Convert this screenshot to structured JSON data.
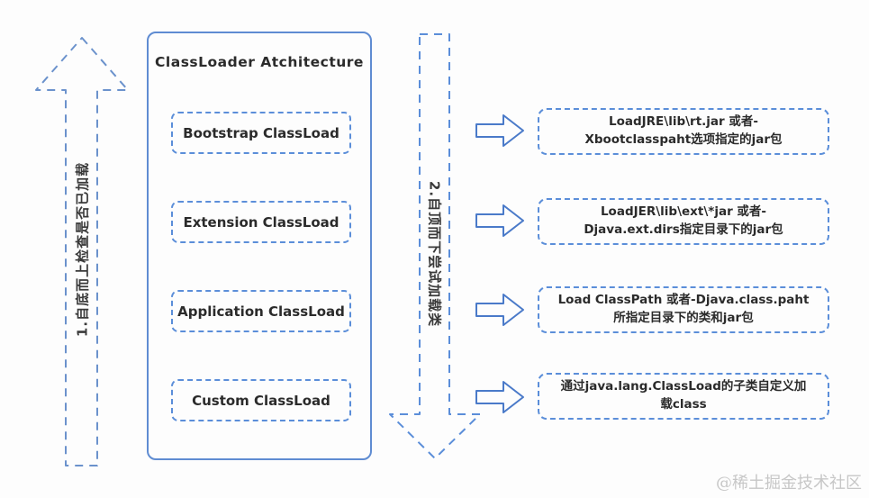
{
  "colors": {
    "panel_border": "#5f8cd2",
    "dashed_border": "#5b8ed9",
    "block_arrow_outline": "#4a7ac9",
    "text": "#2b2b2b",
    "watermark": "#c7c7c7"
  },
  "panel": {
    "title": "ClassLoader Atchitecture",
    "loaders": [
      "Bootstrap ClassLoad",
      "Extension ClassLoad",
      "Application ClassLoad",
      "Custom ClassLoad"
    ]
  },
  "arrows": {
    "bottom_up_label": "1.自底而上检查是否已加载",
    "top_down_label": "2.自顶而下尝试加载类"
  },
  "descriptions": [
    {
      "line1": "LoadJRE\\lib\\rt.jar 或者-",
      "line2": "Xbootclasspaht选项指定的jar包"
    },
    {
      "line1": "LoadJER\\lib\\ext\\*jar 或者-",
      "line2": "Djava.ext.dirs指定目录下的jar包"
    },
    {
      "line1": "Load ClassPath 或者-Djava.class.paht",
      "line2": "所指定目录下的类和jar包"
    },
    {
      "line1": "通过java.lang.ClassLoad的子类自定义加",
      "line2": "载class"
    }
  ],
  "watermark": "@稀土掘金技术社区"
}
